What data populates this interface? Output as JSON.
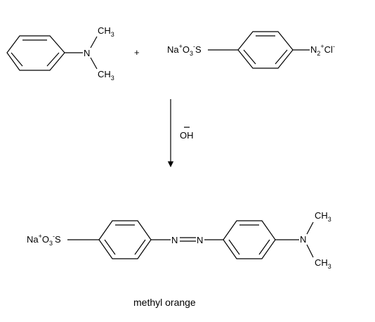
{
  "reaction": {
    "reactant_1": {
      "n": "N",
      "ch3_top": "CH",
      "ch3_bottom": "CH",
      "sub3": "3"
    },
    "plus": "+",
    "reactant_2": {
      "na": "Na",
      "plus_sup": "+",
      "o": "O",
      "sub3": "3",
      "minus_sup": "-",
      "s": "S",
      "n2": "N",
      "sub2": "2",
      "cl": "Cl",
      "cl_minus": "-"
    },
    "reagent": {
      "oh": "OH",
      "charge": "-"
    },
    "product": {
      "na": "Na",
      "plus_sup": "+",
      "o": "O",
      "sub3": "3",
      "minus_sup": "-",
      "s": "S",
      "azo_n1": "N",
      "azo_n2": "N",
      "n": "N",
      "ch3_top": "CH",
      "ch3_bottom": "CH"
    },
    "caption": "methyl orange"
  }
}
